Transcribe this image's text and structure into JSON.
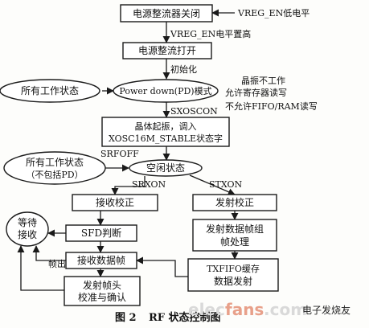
{
  "nodes": {
    "regulator_off": "电源整流器关闭",
    "regulator_on": "电源整流打开",
    "powerdown": "Power down(PD)模式",
    "any_state": "所有工作状态",
    "osc_start_1": "晶体起振，调入",
    "osc_start_2": "XOSC16M_STABLE状态字",
    "any_state_no_pd_1": "所有工作状态",
    "any_state_no_pd_2": "（不包括PD）",
    "idle": "空闲状态",
    "rx_cal": "接收校正",
    "tx_cal": "发射校正",
    "sfd": "SFD判断",
    "tx_frame_1": "发射数据帧组",
    "tx_frame_2": "帧处理",
    "wait_rx_1": "等待",
    "wait_rx_2": "接收",
    "rx_frame": "接收数据帧",
    "txfifo_1": "TXFIFO缓存",
    "txfifo_2": "数据发射",
    "ack_1": "发射帧头",
    "ack_2": "校准与确认"
  },
  "labels": {
    "vreg_low": "VREG_EN低电平",
    "vreg_high": "VREG_EN电平置高",
    "init": "初始化",
    "pd_note_1": "晶振不工作",
    "pd_note_2": "允许寄存器读写",
    "pd_note_3": "不允许FIFO/RAM读写",
    "sxoscon": "SXOSCON",
    "srfoff": "SRFOFF",
    "srxon": "SRXON",
    "stxon": "STXON",
    "frame_error": "帧出错"
  },
  "caption": {
    "figure": "图 2",
    "title": "RF 状态控制图"
  },
  "watermark": {
    "site_a": "elec",
    "site_b": "fans",
    "site_c": ".com",
    "tag": "电子发烧友"
  }
}
